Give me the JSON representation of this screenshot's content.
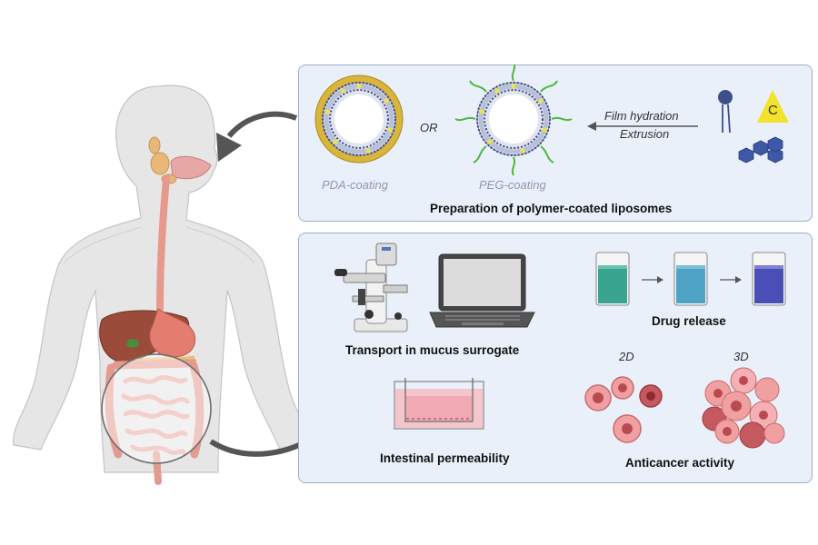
{
  "top_panel": {
    "title": "Preparation of polymer-coated liposomes",
    "pda_label": "PDA-coating",
    "or_label": "OR",
    "peg_label": "PEG-coating",
    "method_line1": "Film hydration",
    "method_line2": "Extrusion",
    "drug_letter": "C"
  },
  "bottom_panel": {
    "transport_label": "Transport in mucus surrogate",
    "drug_release_label": "Drug release",
    "label_2d": "2D",
    "label_3d": "3D",
    "permeability_label": "Intestinal permeability",
    "anticancer_label": "Anticancer activity"
  },
  "colors": {
    "panel_bg": "#e9f0f9",
    "panel_border": "#9eb0c6",
    "pda_gold": "#d9b53a",
    "peg_green": "#4fb83a",
    "arrow_gray": "#555555",
    "beaker_teal": "#3aa58e",
    "beaker_blue": "#4fa3c4",
    "beaker_purple": "#4a4fb8",
    "cell_pink": "#e8888a"
  }
}
